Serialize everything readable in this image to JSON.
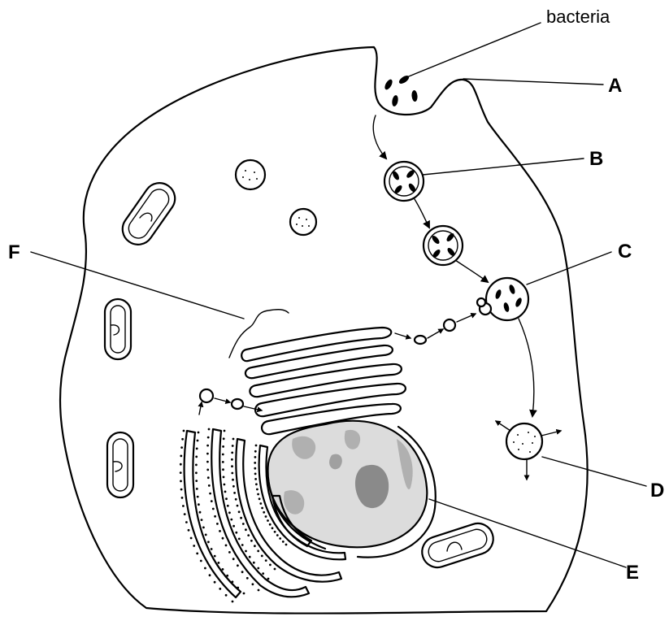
{
  "labels": {
    "bacteria": "bacteria",
    "A": "A",
    "B": "B",
    "C": "C",
    "D": "D",
    "E": "E",
    "F": "F"
  }
}
